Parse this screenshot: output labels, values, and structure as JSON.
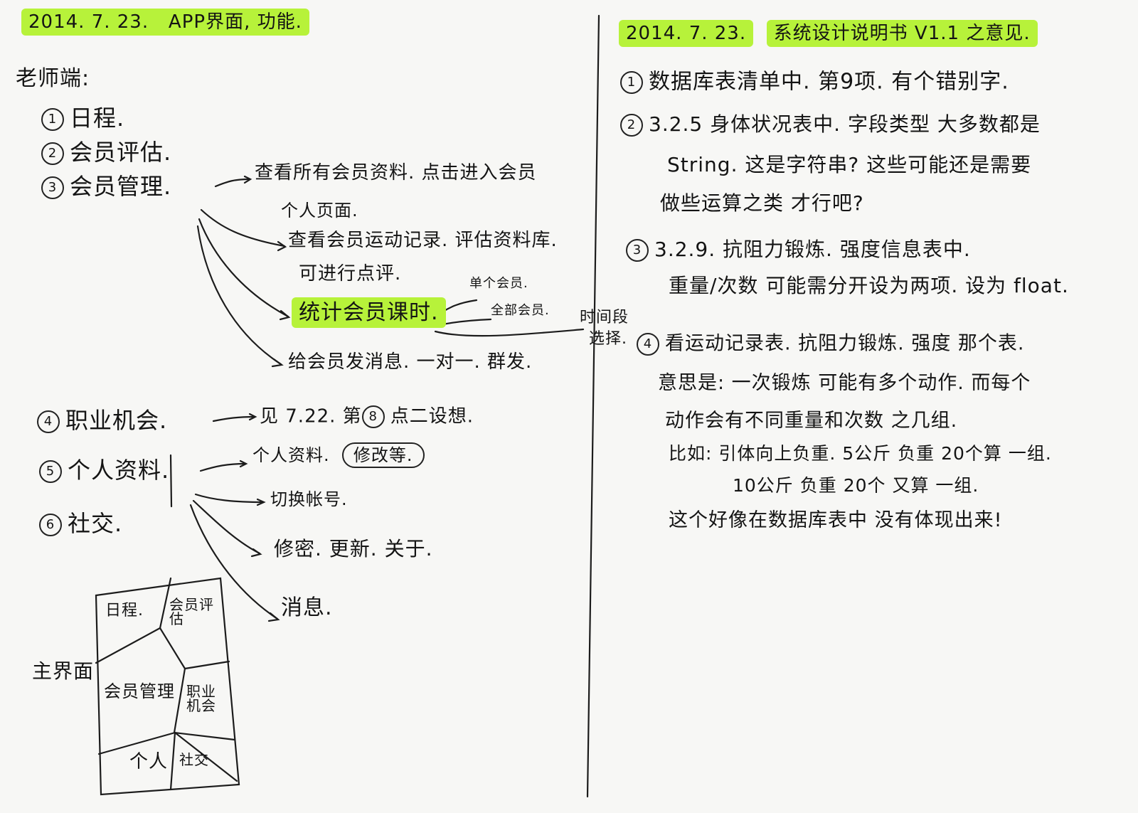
{
  "left": {
    "header_date": "2014. 7. 23.",
    "header_title": "APP界面, 功能.",
    "intro": "老师端:",
    "items": [
      {
        "num": "1",
        "label": "日程."
      },
      {
        "num": "2",
        "label": "会员评估."
      },
      {
        "num": "3",
        "label": "会员管理."
      },
      {
        "num": "4",
        "label": "职业机会."
      },
      {
        "num": "5",
        "label": "个人资料."
      },
      {
        "num": "6",
        "label": "社交."
      }
    ],
    "member_mgmt": {
      "view_all_1": "查看所有会员资料. 点击进入会员",
      "view_all_2": "个人页面.",
      "records_1": "查看会员运动记录. 评估资料库.",
      "records_2": "可进行点评.",
      "stats": "统计会员课时.",
      "single": "单个会员.",
      "all": "全部会员.",
      "time_select_1": "时间段",
      "time_select_2": "选择.",
      "message": "给会员发消息. 一对一. 群发."
    },
    "job": {
      "note": "见 7.22. 第",
      "num": "8",
      "suffix": "点二设想."
    },
    "profile": {
      "personal": "个人资料.",
      "edit": "修改等.",
      "switch": "切换帐号.",
      "password": "修密. 更新. 关于.",
      "news": "消息."
    },
    "sketch": {
      "label": "主界面",
      "cells": [
        "日程.",
        "会员评估",
        "会员管理",
        "职业机会",
        "个人",
        "社交"
      ]
    }
  },
  "right": {
    "header_date": "2014. 7. 23.",
    "header_title": "系统设计说明书 V1.1 之意见.",
    "points": [
      {
        "num": "1",
        "lines": [
          "数据库表清单中. 第9项. 有个错别字."
        ]
      },
      {
        "num": "2",
        "lines": [
          "3.2.5 身体状况表中. 字段类型 大多数都是",
          "String. 这是字符串? 这些可能还是需要",
          "做些运算之类 才行吧?"
        ]
      },
      {
        "num": "3",
        "lines": [
          "3.2.9. 抗阻力锻炼. 强度信息表中.",
          "重量/次数 可能需分开设为两项. 设为 float."
        ]
      },
      {
        "num": "4",
        "lines": [
          "看运动记录表. 抗阻力锻炼. 强度 那个表.",
          "意思是: 一次锻炼 可能有多个动作. 而每个",
          "动作会有不同重量和次数 之几组.",
          "比如: 引体向上负重. 5公斤 负重 20个算 一组.",
          "10公斤 负重 20个 又算 一组.",
          "这个好像在数据库表中 没有体现出来!"
        ]
      }
    ]
  }
}
